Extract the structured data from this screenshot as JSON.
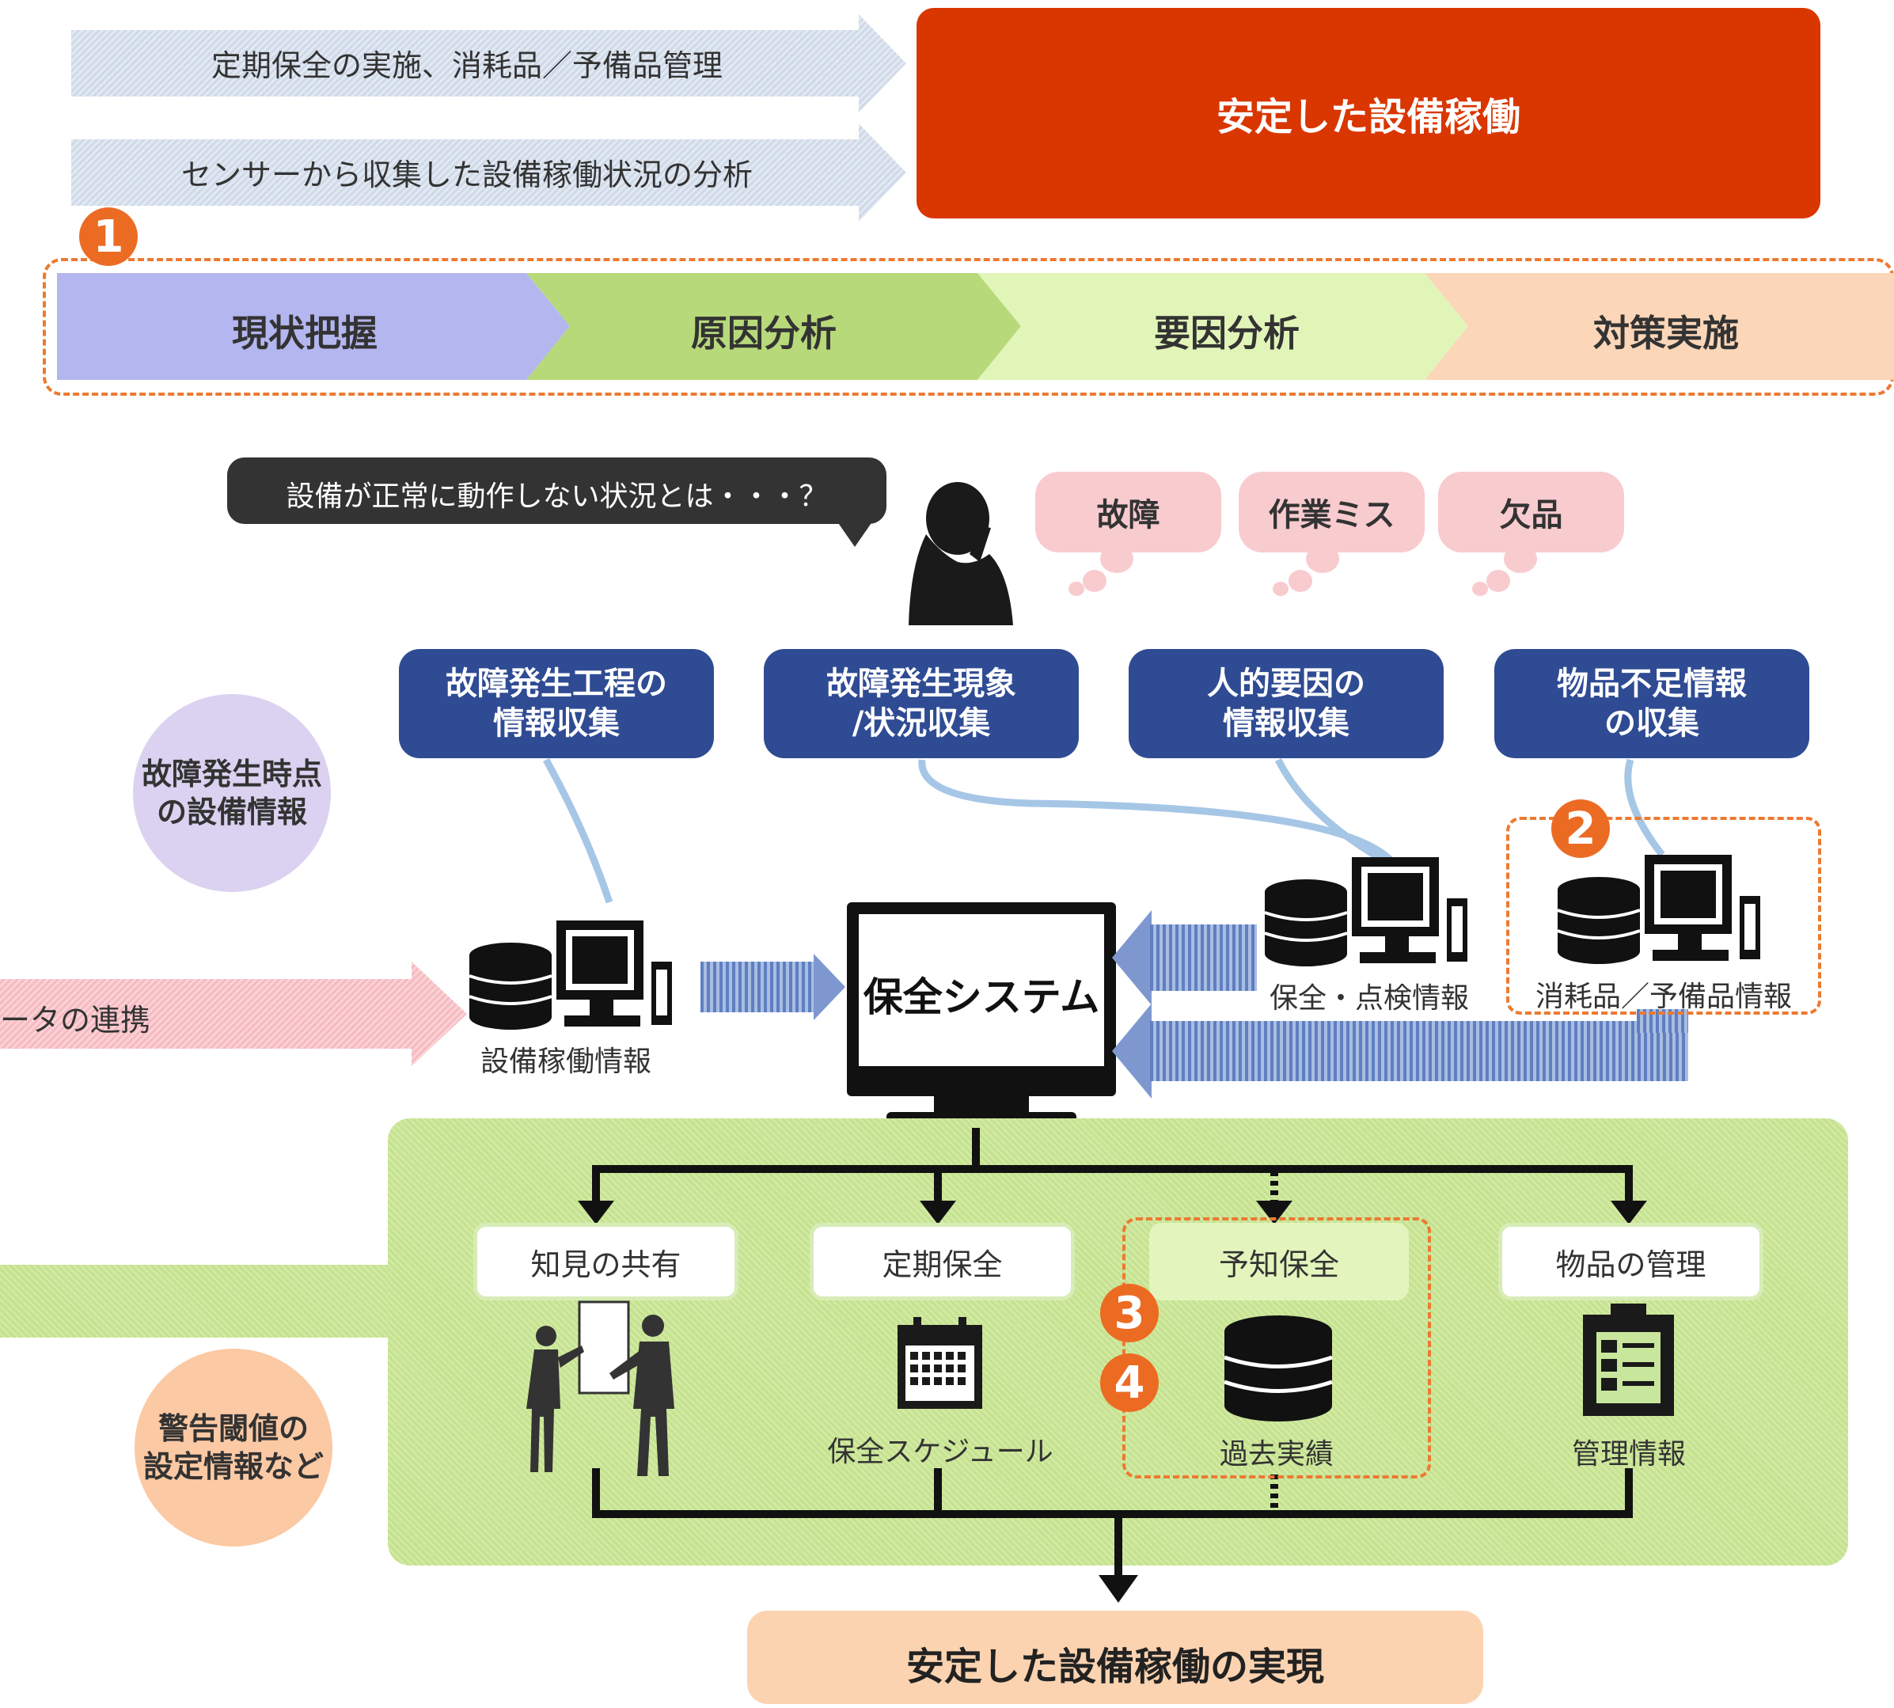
{
  "top_arrows": [
    {
      "text": "定期保全の実施、消耗品／予備品管理"
    },
    {
      "text": "センサーから収集した設備稼働状況の分析"
    }
  ],
  "goal_box": {
    "text": "安定した設備稼働",
    "color": "#d93600"
  },
  "badges": {
    "b1": "1",
    "b2": "2",
    "b3": "3",
    "b4": "4"
  },
  "process_steps": [
    {
      "label": "現状把握",
      "color": "#b4b6ef"
    },
    {
      "label": "原因分析",
      "color": "#b7d97a"
    },
    {
      "label": "要因分析",
      "color": "#e2f5b9"
    },
    {
      "label": "対策実施",
      "color": "#fbd6b8"
    }
  ],
  "speech_bubble": {
    "text": "設備が正常に動作しない状況とは・・・？"
  },
  "thought_clouds": [
    "故障",
    "作業ミス",
    "欠品"
  ],
  "collection_boxes": [
    {
      "line1": "故障発生工程の",
      "line2": "情報収集"
    },
    {
      "line1": "故障発生現象",
      "line2": "/状況収集"
    },
    {
      "line1": "人的要因の",
      "line2": "情報収集"
    },
    {
      "line1": "物品不足情報",
      "line2": "の収集"
    }
  ],
  "left_circles": {
    "top": {
      "line1": "故障発生時点",
      "line2": "の設備情報"
    },
    "bottom": {
      "line1": "警告閾値の",
      "line2": "設定情報など"
    }
  },
  "left_arrow_text": "ータの連携",
  "terminals": {
    "equipment": "設備稼働情報",
    "inspection": "保全・点検情報",
    "consumables": "消耗品／予備品情報"
  },
  "central_system": "保全システム",
  "function_boxes": [
    {
      "label": "知見の共有",
      "caption": ""
    },
    {
      "label": "定期保全",
      "caption": "保全スケジュール"
    },
    {
      "label": "予知保全",
      "caption": "過去実績"
    },
    {
      "label": "物品の管理",
      "caption": "管理情報"
    }
  ],
  "result_box": {
    "text": "安定した設備稼働の実現"
  }
}
